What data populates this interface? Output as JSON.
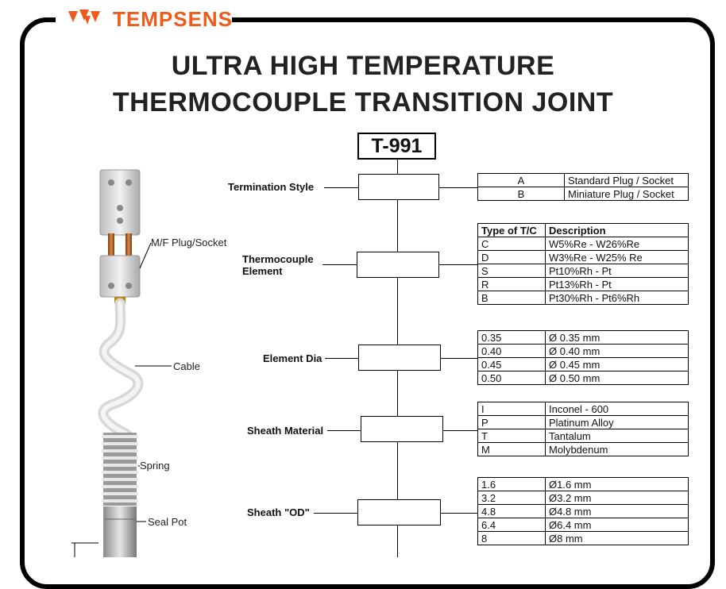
{
  "brand": {
    "name": "TEMPSENS",
    "logo_icon": "tempsens-logo-icon",
    "color": "#f05a1a"
  },
  "title": {
    "line1": "ULTRA HIGH TEMPERATURE",
    "line2": "THERMOCOUPLE TRANSITION JOINT"
  },
  "model_code": "T-991",
  "product_callouts": {
    "plug_socket": "M/F Plug/Socket",
    "cable": "Cable",
    "spring": "Spring",
    "seal_pot": "Seal Pot"
  },
  "sections": {
    "termination": {
      "label": "Termination Style",
      "rows": [
        {
          "code": "A",
          "desc": "Standard Plug / Socket"
        },
        {
          "code": "B",
          "desc": "Miniature Plug / Socket"
        }
      ]
    },
    "element": {
      "label_line1": "Thermocouple",
      "label_line2": "Element",
      "header_code": "Type of T/C",
      "header_desc": "Description",
      "rows": [
        {
          "code": "C",
          "desc": "W5%Re - W26%Re"
        },
        {
          "code": "D",
          "desc": "W3%Re - W25% Re"
        },
        {
          "code": "S",
          "desc": "Pt10%Rh - Pt"
        },
        {
          "code": "R",
          "desc": "Pt13%Rh - Pt"
        },
        {
          "code": "B",
          "desc": "Pt30%Rh - Pt6%Rh"
        }
      ]
    },
    "dia": {
      "label": "Element Dia",
      "rows": [
        {
          "code": "0.35",
          "desc": "Ø  0.35 mm"
        },
        {
          "code": "0.40",
          "desc": "Ø  0.40 mm"
        },
        {
          "code": "0.45",
          "desc": "Ø  0.45 mm"
        },
        {
          "code": "0.50",
          "desc": "Ø  0.50 mm"
        }
      ]
    },
    "sheath_material": {
      "label": "Sheath Material",
      "rows": [
        {
          "code": "I",
          "desc": "Inconel - 600"
        },
        {
          "code": "P",
          "desc": "Platinum Alloy"
        },
        {
          "code": "T",
          "desc": "Tantalum"
        },
        {
          "code": "M",
          "desc": "Molybdenum"
        }
      ]
    },
    "sheath_od": {
      "label": "Sheath \"OD\"",
      "rows": [
        {
          "code": "1.6",
          "desc": "Ø1.6 mm"
        },
        {
          "code": "3.2",
          "desc": "Ø3.2 mm"
        },
        {
          "code": "4.8",
          "desc": "Ø4.8 mm"
        },
        {
          "code": "6.4",
          "desc": "Ø6.4 mm"
        },
        {
          "code": "8",
          "desc": "Ø8 mm"
        }
      ]
    }
  }
}
